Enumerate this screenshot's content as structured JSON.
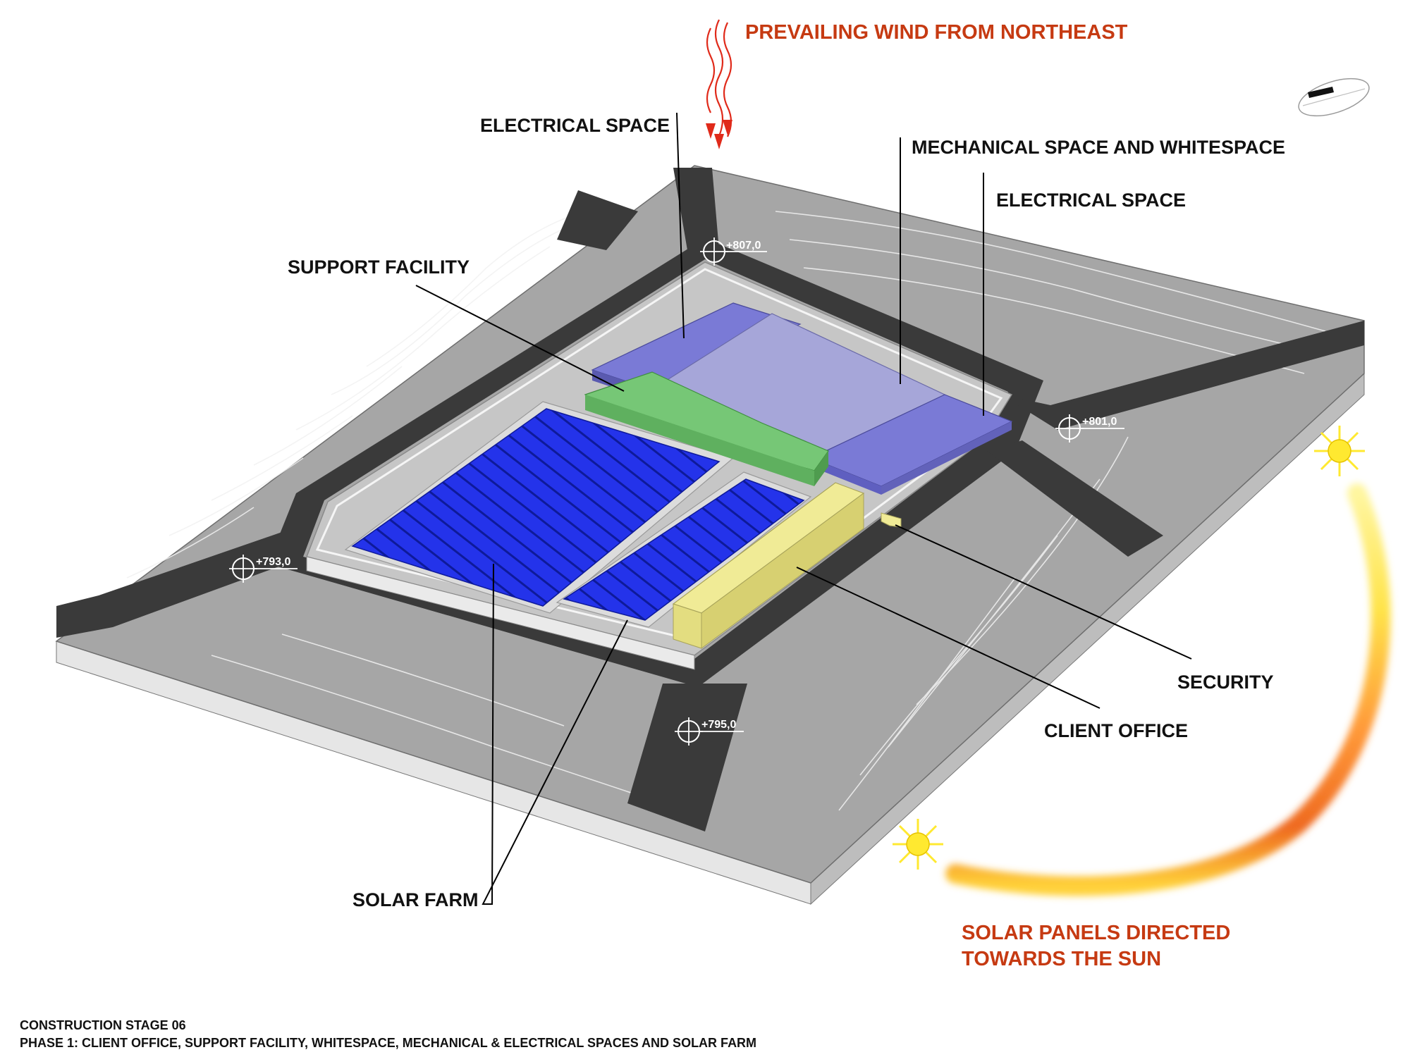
{
  "header": {
    "wind_label": "PREVAILING WIND FROM NORTHEAST"
  },
  "labels": {
    "electrical_space_1": "ELECTRICAL SPACE",
    "mechanical_whitespace": "MECHANICAL SPACE AND WHITESPACE",
    "electrical_space_2": "ELECTRICAL SPACE",
    "support_facility": "SUPPORT FACILITY",
    "security": "SECURITY",
    "client_office": "CLIENT OFFICE",
    "solar_farm": "SOLAR FARM"
  },
  "sun_note": {
    "line1": "SOLAR PANELS DIRECTED",
    "line2": "TOWARDS THE SUN"
  },
  "elevations": {
    "north": "+807,0",
    "east": "+801,0",
    "west": "+793,0",
    "south": "+795,0"
  },
  "footer": {
    "stage": "CONSTRUCTION STAGE 06",
    "phase": "PHASE 1: CLIENT OFFICE, SUPPORT FACILITY, WHITESPACE, MECHANICAL & ELECTRICAL SPACES AND SOLAR FARM"
  },
  "colors": {
    "wind_arrow": "#e02a1a",
    "title_red": "#c63a12",
    "terrain": "#a3a3a3",
    "road": "#3a3a3a",
    "whitespace": "#a6a6d9",
    "electrical": "#7a7ad6",
    "support": "#76c776",
    "client_office": "#f0eb96",
    "solar_panels": "#1f2ee6",
    "sun": "#ffe930"
  },
  "icons": {
    "wind": "wavy-arrow-icon",
    "compass": "north-arrow-icon",
    "sun": "sun-icon",
    "elevation_marker": "crosshair-icon"
  }
}
